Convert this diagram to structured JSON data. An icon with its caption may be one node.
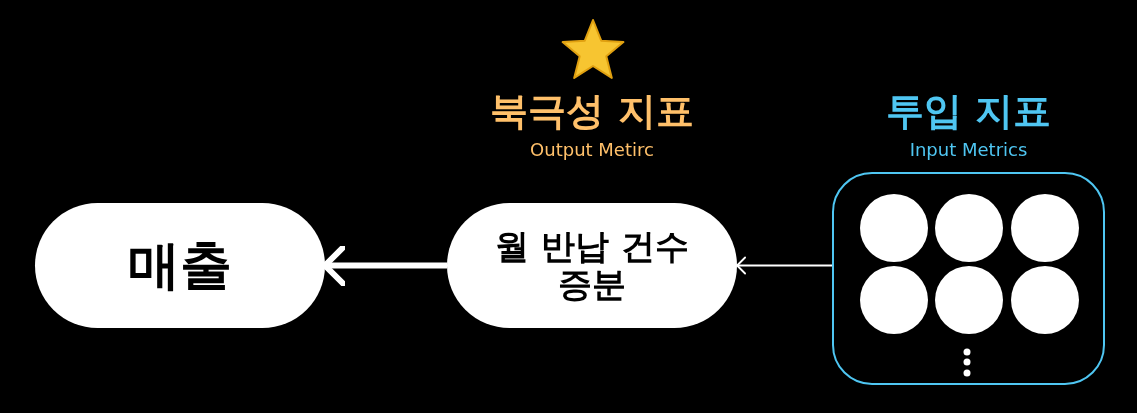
{
  "diagram": {
    "nodes": [
      {
        "text": [
          "매출"
        ]
      },
      {
        "text": [
          "북극성 지표",
          "Output Metirc",
          "월 반납 건수 증분"
        ]
      },
      {
        "text": [
          "투입 지표",
          "Input Metrics"
        ]
      },
      {
        "text": [],
        "shape": "circle",
        "in": 2
      },
      {
        "text": [],
        "shape": "circle",
        "in": 2
      },
      {
        "text": [],
        "shape": "circle",
        "in": 2
      },
      {
        "text": [],
        "shape": "circle",
        "in": 2
      },
      {
        "text": [],
        "shape": "circle",
        "in": 2
      },
      {
        "text": [],
        "shape": "circle",
        "in": 2
      }
    ],
    "edges": [
      {
        "from": 1,
        "to": 0,
        "arrow": "to",
        "style": "thick"
      },
      {
        "from": 2,
        "to": 1,
        "arrow": "to"
      }
    ]
  }
}
